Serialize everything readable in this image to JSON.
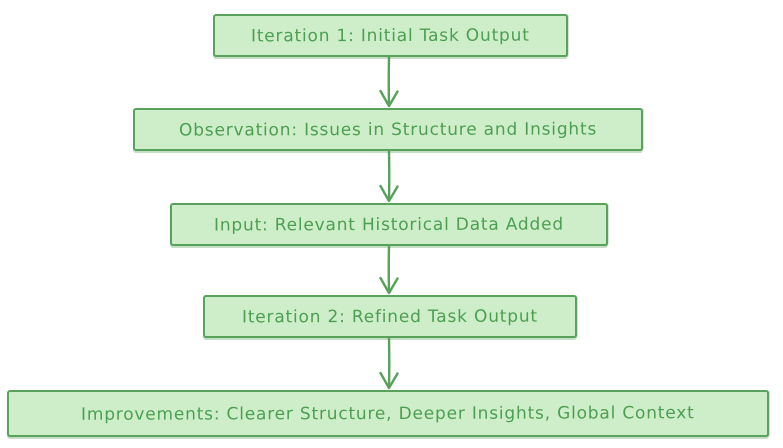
{
  "diagram": {
    "type": "flowchart",
    "direction": "top-down",
    "style": "hand-drawn",
    "nodes": [
      {
        "id": "n1",
        "label": "Iteration 1: Initial Task Output"
      },
      {
        "id": "n2",
        "label": "Observation: Issues in Structure and Insights"
      },
      {
        "id": "n3",
        "label": "Input: Relevant Historical Data Added"
      },
      {
        "id": "n4",
        "label": "Iteration 2: Refined Task Output"
      },
      {
        "id": "n5",
        "label": "Improvements: Clearer Structure, Deeper Insights, Global Context"
      }
    ],
    "edges": [
      {
        "from": "n1",
        "to": "n2"
      },
      {
        "from": "n2",
        "to": "n3"
      },
      {
        "from": "n3",
        "to": "n4"
      },
      {
        "from": "n4",
        "to": "n5"
      }
    ],
    "colors": {
      "node_fill": "#cdeec8",
      "node_border": "#59a25b",
      "text": "#4d9e53",
      "arrow": "#58a15a",
      "background": "#ffffff"
    }
  }
}
